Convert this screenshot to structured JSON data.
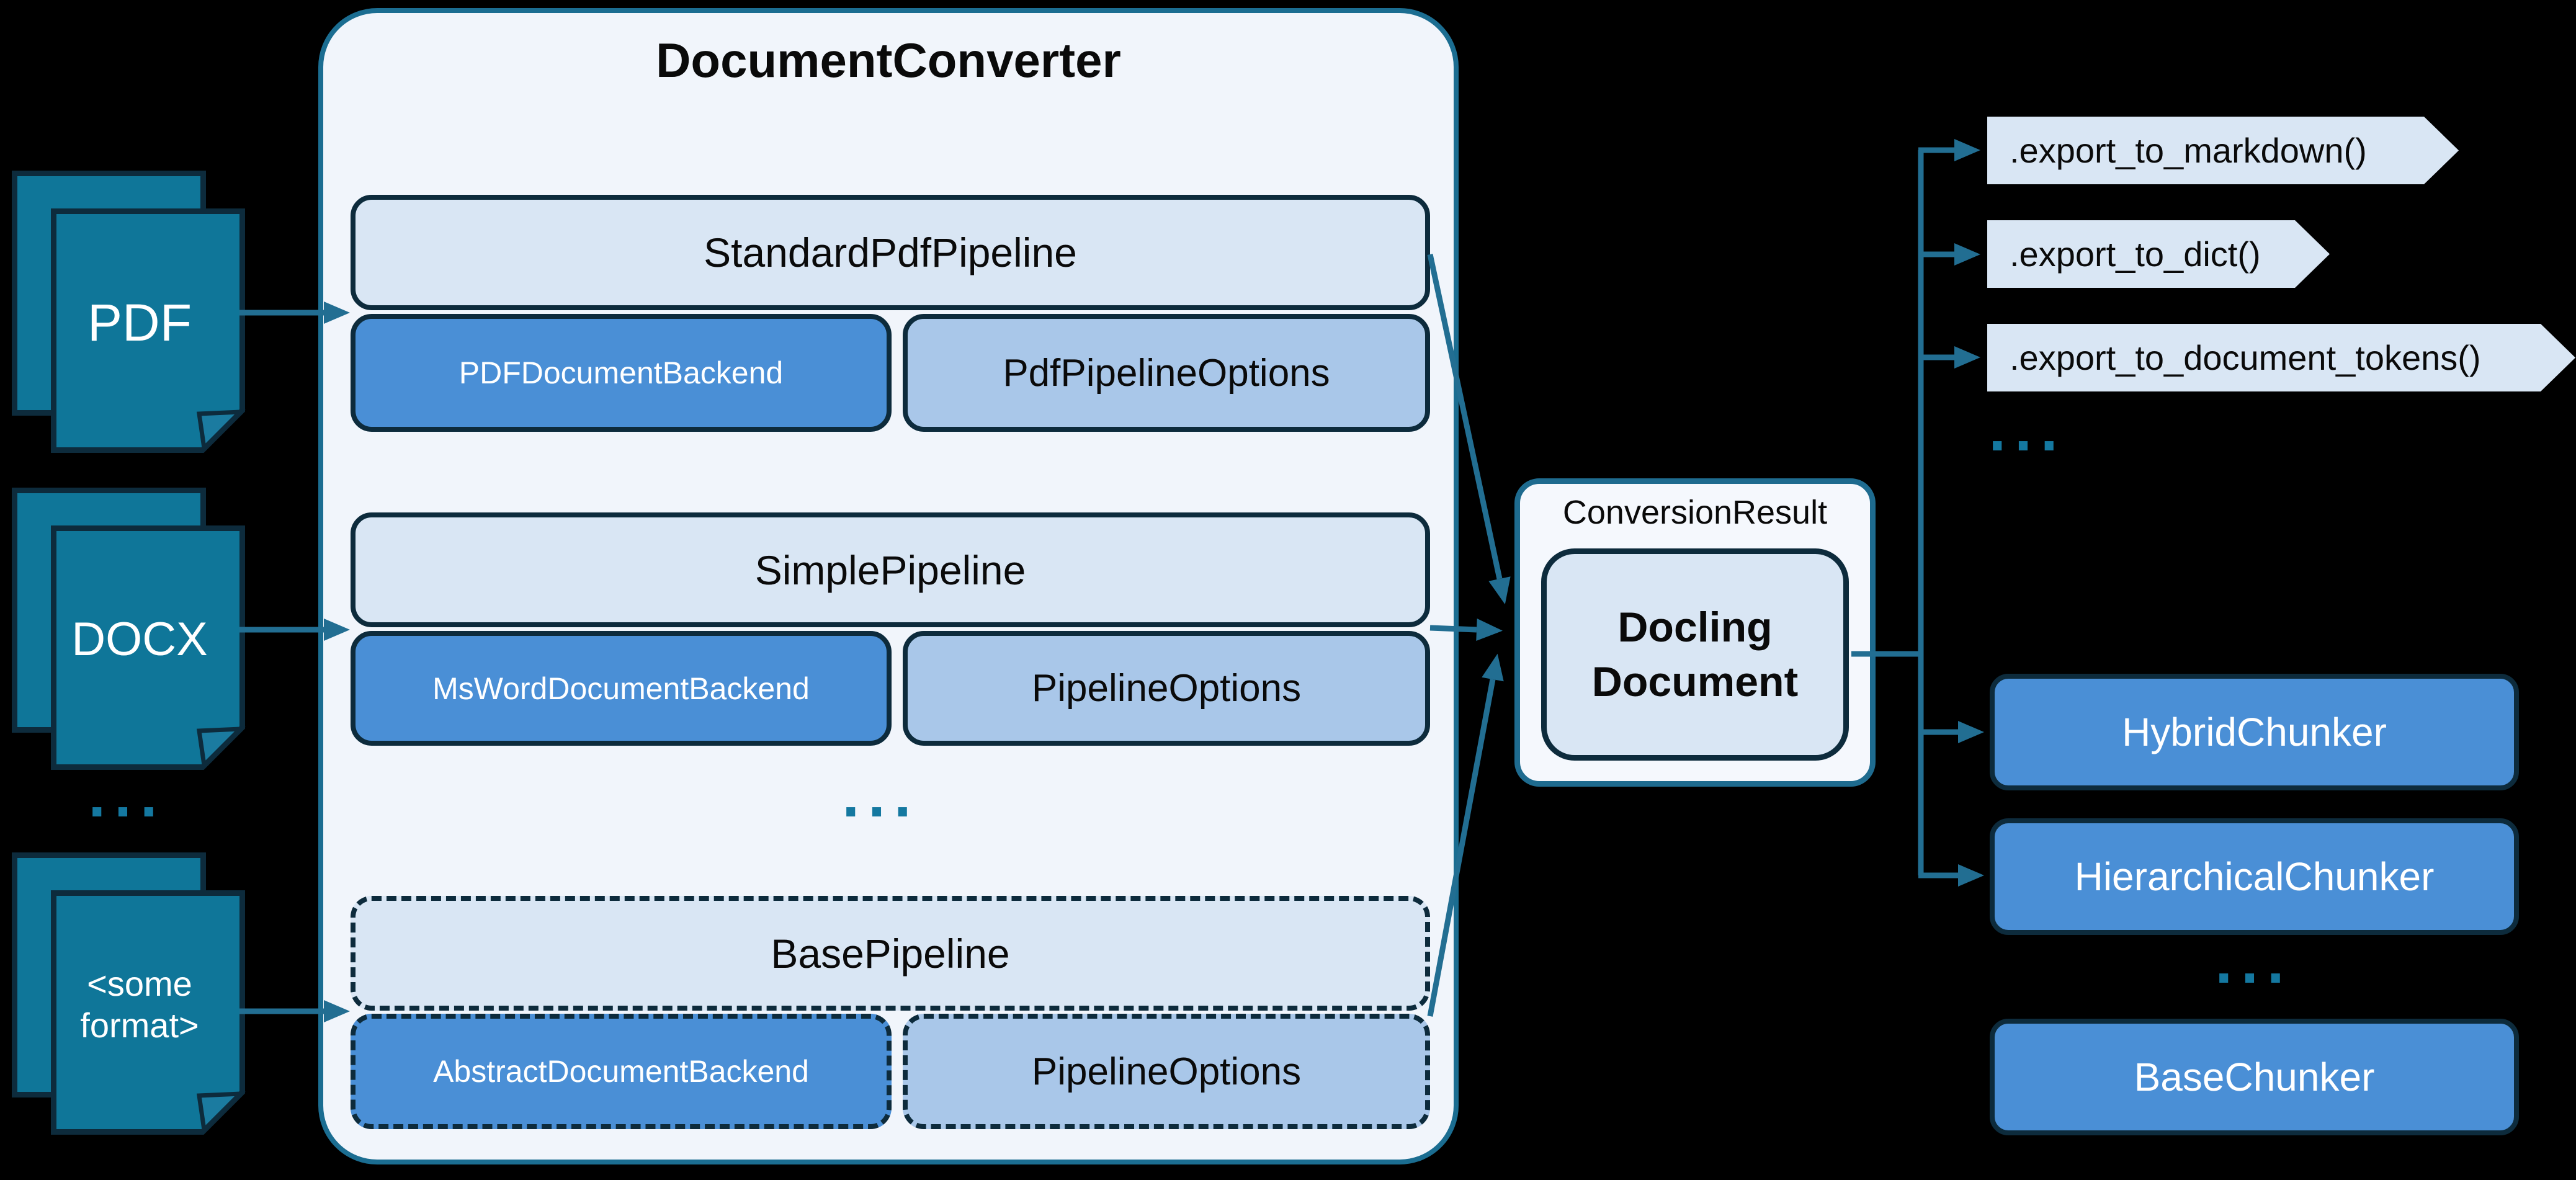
{
  "diagram": {
    "title": "DocumentConverter",
    "background_color": "#000000"
  },
  "colors": {
    "page_teal": "#0F7699",
    "dark_navy_border": "#0D2B3C",
    "teal_border": "#1B6D91",
    "connector_teal": "#226E92",
    "container_bg": "#F1F5FB",
    "light_blue_box": "#D9E6F4",
    "medium_blue_box": "#4A8FD6",
    "pale_blue_box": "#A9C7E9",
    "result_bg": "#F5F8FD",
    "dots_teal": "#1478A0",
    "white_text": "#FFFFFF",
    "black_text": "#0A0A0A"
  },
  "inputs": {
    "stacks": [
      {
        "label": "PDF"
      },
      {
        "label": "DOCX"
      },
      {
        "label": "<some format>"
      }
    ],
    "ellipsis": "..."
  },
  "converter": {
    "title": "DocumentConverter",
    "rows": [
      {
        "pipeline": "StandardPdfPipeline",
        "backend": "PDFDocumentBackend",
        "options": "PdfPipelineOptions",
        "dashed": false
      },
      {
        "pipeline": "SimplePipeline",
        "backend": "MsWordDocumentBackend",
        "options": "PipelineOptions",
        "dashed": false
      },
      {
        "pipeline": "BasePipeline",
        "backend": "AbstractDocumentBackend",
        "options": "PipelineOptions",
        "dashed": true
      }
    ],
    "ellipsis": "..."
  },
  "result": {
    "label": "ConversionResult",
    "document": "Docling Document"
  },
  "exports": {
    "methods": [
      ".export_to_markdown()",
      ".export_to_dict()",
      ".export_to_document_tokens()"
    ],
    "ellipsis": "..."
  },
  "chunkers": {
    "items": [
      "HybridChunker",
      "HierarchicalChunker"
    ],
    "ellipsis": "...",
    "base": "BaseChunker"
  }
}
